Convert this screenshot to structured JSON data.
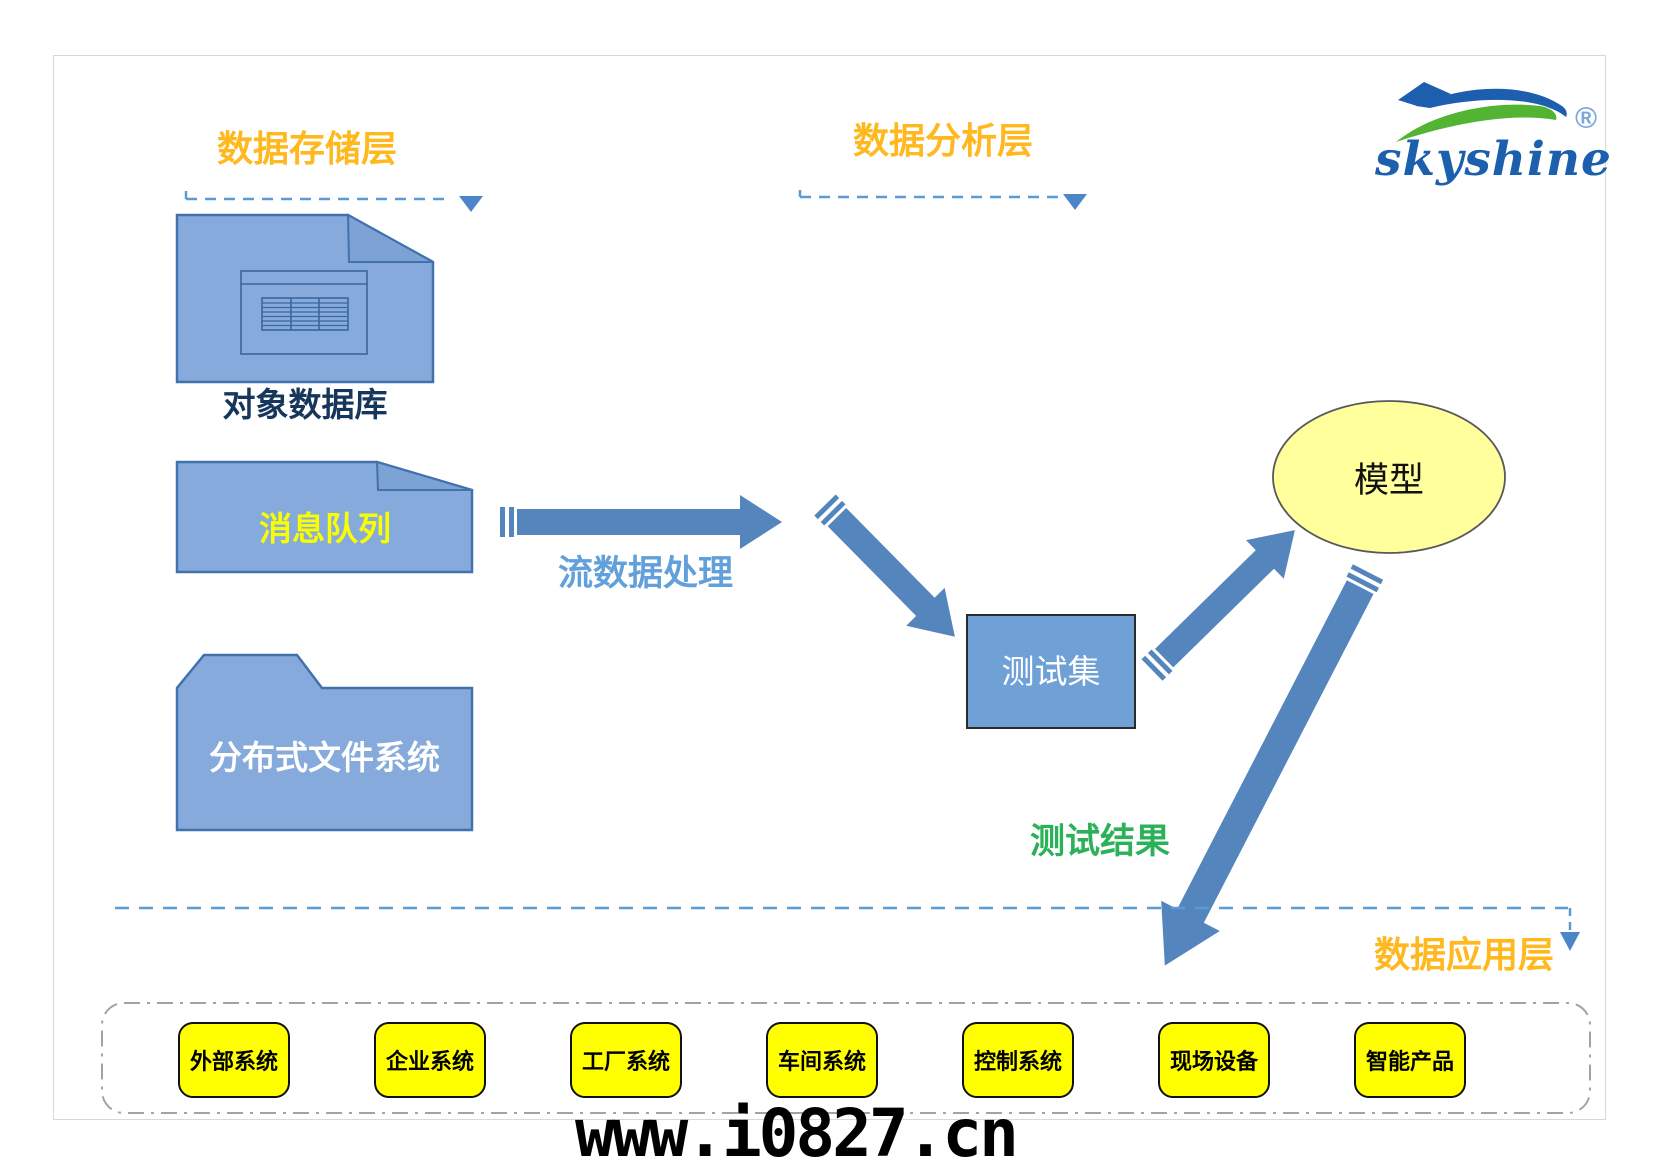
{
  "logo": {
    "brand": "skyshine",
    "registered": "®"
  },
  "layers": {
    "storage": {
      "label": "数据存储层"
    },
    "analysis": {
      "label": "数据分析层"
    },
    "application": {
      "label": "数据应用层"
    }
  },
  "nodes": {
    "object_database": {
      "label": "对象数据库"
    },
    "message_queue": {
      "label": "消息队列"
    },
    "distributed_file_system": {
      "label": "分布式文件系统"
    },
    "test_set": {
      "label": "测试集"
    },
    "model": {
      "label": "模型"
    }
  },
  "edges": {
    "stream_processing": {
      "label": "流数据处理"
    },
    "test_result": {
      "label": "测试结果"
    }
  },
  "application_systems": {
    "items": [
      {
        "label": "外部系统"
      },
      {
        "label": "企业系统"
      },
      {
        "label": "工厂系统"
      },
      {
        "label": "车间系统"
      },
      {
        "label": "控制系统"
      },
      {
        "label": "现场设备"
      },
      {
        "label": "智能产品"
      }
    ]
  },
  "watermark": "www.i0827.cn",
  "colors": {
    "shape_fill": "#86AADB",
    "shape_stroke": "#4272AE",
    "test_set_fill": "#6FA0D6",
    "arrow_blue": "#5585BD",
    "ellipse_fill": "#FFFF9C",
    "heading_orange": "#FFB81E",
    "bright_yellow": "#FFFF00",
    "result_green": "#2BB157",
    "stream_blue": "#61A0DB",
    "navy_text": "#16365C",
    "dashed_blue": "#5B9BD5"
  }
}
